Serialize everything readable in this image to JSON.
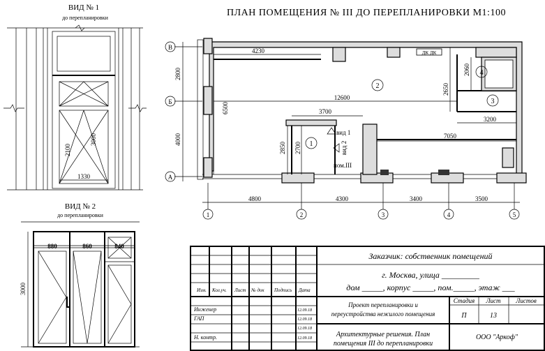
{
  "plan": {
    "title": "ПЛАН ПОМЕЩЕНИЯ № III ДО ПЕРЕПЛАНИРОВКИ  М1:100",
    "axes_letters": [
      "В",
      "Б",
      "А"
    ],
    "axes_numbers": [
      "1",
      "2",
      "3",
      "4",
      "5"
    ],
    "vertical_dims": [
      "2800",
      "4000",
      "6500"
    ],
    "bottom_dims": [
      "4800",
      "4300",
      "3400",
      "3500"
    ],
    "inner_dims": [
      "4230",
      "12600",
      "3700",
      "2650",
      "2060",
      "3200",
      "7050",
      "2850",
      "2700"
    ],
    "rooms": [
      "1",
      "2",
      "3",
      "4"
    ],
    "vent_label": "ДК ДК",
    "view1_marker": "вид 1",
    "view2_marker": "вид 2",
    "room_label": "пом.III"
  },
  "view1": {
    "title": "ВИД № 1",
    "subtitle": "до перепланировки",
    "dims": [
      "3000",
      "2100",
      "1330"
    ]
  },
  "view2": {
    "title": "ВИД № 2",
    "subtitle": "до перепланировки",
    "dims": [
      "880",
      "860",
      "840",
      "3000"
    ]
  },
  "stamp": {
    "customer": "Заказчик: собственник помещений",
    "address_line1": "г. Москва, улица _________",
    "address_line2": "дом _____, корпус _____, пом._____, этаж ___",
    "col_headers": [
      "Изм.",
      "Кол.уч.",
      "Лист",
      "№ док",
      "Подпись",
      "Дата"
    ],
    "rows": [
      {
        "role": "Инженер",
        "date": "12.09.18"
      },
      {
        "role": "ГАП",
        "date": "12.09.18"
      },
      {
        "role": "",
        "date": "12.09.18"
      },
      {
        "role": "Н. контр.",
        "date": "12.09.18"
      }
    ],
    "project_title_line1": "Проект перепланировки и",
    "project_title_line2": "переустройства нежилого помещения",
    "stage_header": "Стадия",
    "sheet_header": "Лист",
    "sheets_header": "Листов",
    "stage_value": "П",
    "sheet_value": "13",
    "sheets_value": "",
    "drawing_title_line1": "Архитектурные решения. План",
    "drawing_title_line2": "помещения III до перепланировки",
    "company": "ООО \"Аркоф\""
  }
}
